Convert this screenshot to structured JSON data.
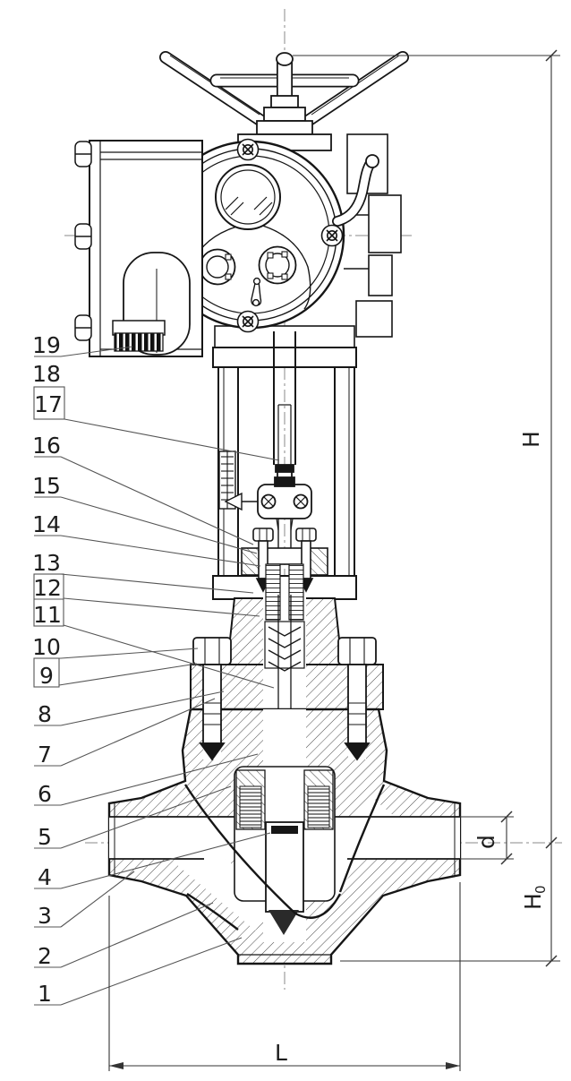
{
  "drawing": {
    "background": "#ffffff",
    "ink_color": "#161616",
    "thin_line_color": "#555555",
    "callouts": [
      {
        "label": "1",
        "boxed": false
      },
      {
        "label": "2",
        "boxed": false
      },
      {
        "label": "3",
        "boxed": false
      },
      {
        "label": "4",
        "boxed": false
      },
      {
        "label": "5",
        "boxed": false
      },
      {
        "label": "6",
        "boxed": false
      },
      {
        "label": "7",
        "boxed": false
      },
      {
        "label": "8",
        "boxed": false
      },
      {
        "label": "9",
        "boxed": true
      },
      {
        "label": "10",
        "boxed": false
      },
      {
        "label": "11",
        "boxed": true
      },
      {
        "label": "12",
        "boxed": true
      },
      {
        "label": "13",
        "boxed": false
      },
      {
        "label": "14",
        "boxed": false
      },
      {
        "label": "15",
        "boxed": false
      },
      {
        "label": "16",
        "boxed": false
      },
      {
        "label": "17",
        "boxed": true
      },
      {
        "label": "18",
        "boxed": false
      },
      {
        "label": "19",
        "boxed": false
      }
    ],
    "dimensions": {
      "overall_height": {
        "label": "H"
      },
      "center_height": {
        "label": "H",
        "subscript": "0"
      },
      "bore_diameter": {
        "label": "d"
      },
      "face_to_face": {
        "label": "L"
      }
    }
  }
}
